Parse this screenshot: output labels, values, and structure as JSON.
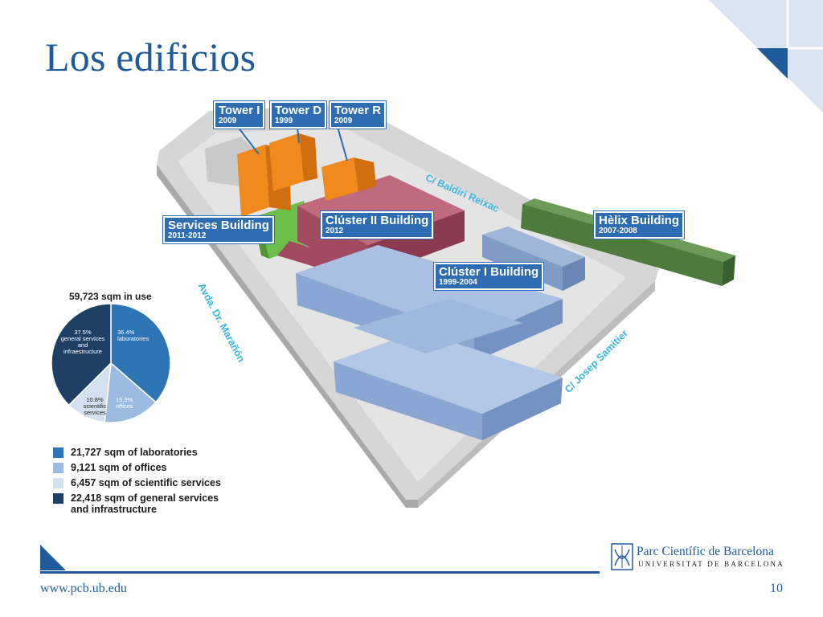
{
  "slide": {
    "title": "Los edificios",
    "url": "www.pcb.ub.edu",
    "page_number": "10",
    "accent_color": "#1f5a9a"
  },
  "logo": {
    "name": "Parc Científic de Barcelona",
    "subtitle": "UNIVERSITAT DE BARCELONA"
  },
  "buildings": [
    {
      "name": "Tower I",
      "year": "2009"
    },
    {
      "name": "Tower D",
      "year": "1999"
    },
    {
      "name": "Tower R",
      "year": "2009"
    },
    {
      "name": "Services Building",
      "year": "2011-2012"
    },
    {
      "name": "Clúster II Building",
      "year": "2012"
    },
    {
      "name": "Hèlix Building",
      "year": "2007-2008"
    },
    {
      "name": "Clúster I Building",
      "year": "1999-2004"
    }
  ],
  "streets": [
    "C/ Baldiri Reixac",
    "Avda. Dr. Marañón",
    "C/ Josep Samitier"
  ],
  "pie": {
    "title": "59,723 sqm in use",
    "slices": [
      {
        "pct": 36.4,
        "label": "36.4%",
        "name": "laboratories",
        "color": "#2e75b6"
      },
      {
        "pct": 15.3,
        "label": "15.3%",
        "name": "offices",
        "color": "#9bbce0"
      },
      {
        "pct": 10.8,
        "label": "10.8%",
        "name": "scientific services",
        "color": "#d2e0f0"
      },
      {
        "pct": 37.5,
        "label": "37.5%",
        "name": "general services and infraestructure",
        "color": "#1e3f66"
      }
    ]
  },
  "legend": [
    {
      "text": "21,727 sqm of laboratories",
      "color": "#2e75b6"
    },
    {
      "text": "9,121 sqm of offices",
      "color": "#9bbce0"
    },
    {
      "text": "6,457 sqm of scientific services",
      "color": "#d2e0f0"
    },
    {
      "text": "22,418 sqm of general services",
      "text2": "and infrastructure",
      "color": "#1e3f66"
    }
  ]
}
